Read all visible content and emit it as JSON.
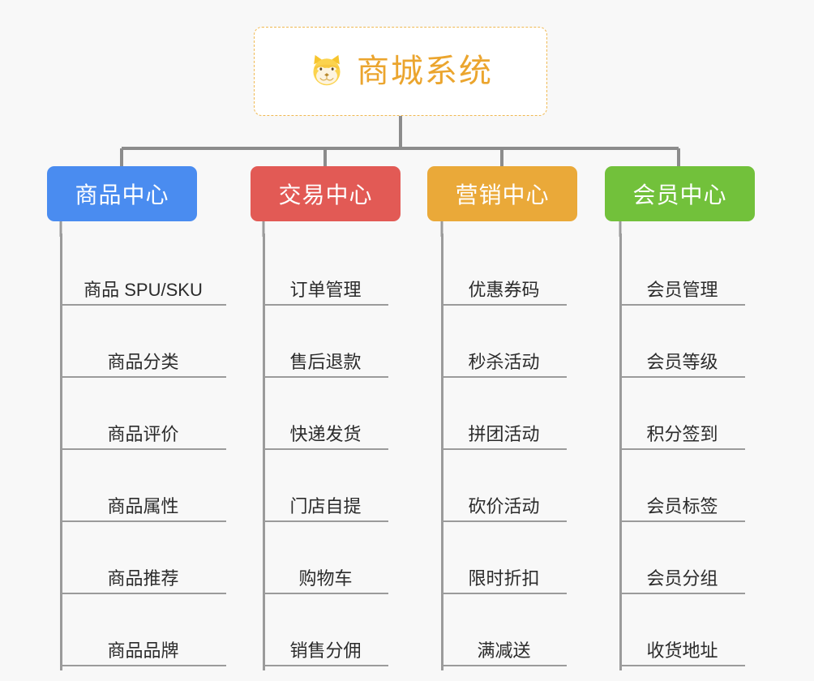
{
  "diagram": {
    "type": "mind-map",
    "background_color": "#f8f8f8",
    "root": {
      "title": "商城系统",
      "icon": "shiba-dog-icon",
      "text_color": "#eba52e",
      "border_color": "#f0b952",
      "fill_color": "#ffffff"
    },
    "connector_color": "#8c8c8c",
    "branches": [
      {
        "label": "商品中心",
        "color": "#4a8cf0",
        "items": [
          "商品 SPU/SKU",
          "商品分类",
          "商品评价",
          "商品属性",
          "商品推荐",
          "商品品牌"
        ]
      },
      {
        "label": "交易中心",
        "color": "#e25a55",
        "items": [
          "订单管理",
          "售后退款",
          "快递发货",
          "门店自提",
          "购物车",
          "销售分佣"
        ]
      },
      {
        "label": "营销中心",
        "color": "#eaa939",
        "items": [
          "优惠券码",
          "秒杀活动",
          "拼团活动",
          "砍价活动",
          "限时折扣",
          "满减送"
        ]
      },
      {
        "label": "会员中心",
        "color": "#72c13b",
        "items": [
          "会员管理",
          "会员等级",
          "积分签到",
          "会员标签",
          "会员分组",
          "收货地址"
        ]
      }
    ]
  }
}
